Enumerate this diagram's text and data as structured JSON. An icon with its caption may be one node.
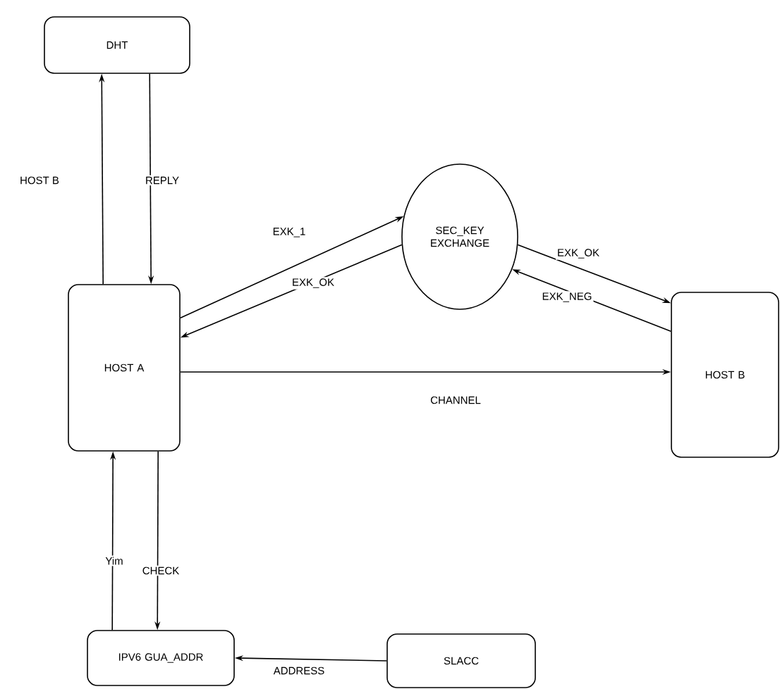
{
  "diagram": {
    "nodes": [
      {
        "text": [
          "DHT"
        ]
      },
      {
        "text": [
          "HOST A"
        ]
      },
      {
        "text": [
          "SEC_KEY EXCHANGE"
        ]
      },
      {
        "text": [
          "HOST B"
        ]
      },
      {
        "text": [
          "IPV6 GUA_ADDR"
        ]
      },
      {
        "text": [
          "SLACC"
        ]
      }
    ],
    "edges": [
      {
        "from": 1,
        "to": 0,
        "arrow": "to",
        "label": "HOST B"
      },
      {
        "from": 0,
        "to": 1,
        "arrow": "to",
        "label": "REPLY"
      },
      {
        "from": 1,
        "to": 2,
        "arrow": "to",
        "label": "EXK_1"
      },
      {
        "from": 2,
        "to": 1,
        "arrow": "to",
        "label": "EXK_OK"
      },
      {
        "from": 2,
        "to": 3,
        "arrow": "to",
        "label": "EXK_OK"
      },
      {
        "from": 3,
        "to": 2,
        "arrow": "to",
        "label": "EXK_NEG"
      },
      {
        "from": 1,
        "to": 3,
        "arrow": "to",
        "label": "CHANNEL"
      },
      {
        "from": 4,
        "to": 1,
        "arrow": "to",
        "label": "Yim"
      },
      {
        "from": 1,
        "to": 4,
        "arrow": "to",
        "label": "CHECK"
      },
      {
        "from": 5,
        "to": 4,
        "arrow": "to",
        "label": "ADDRESS"
      }
    ]
  }
}
